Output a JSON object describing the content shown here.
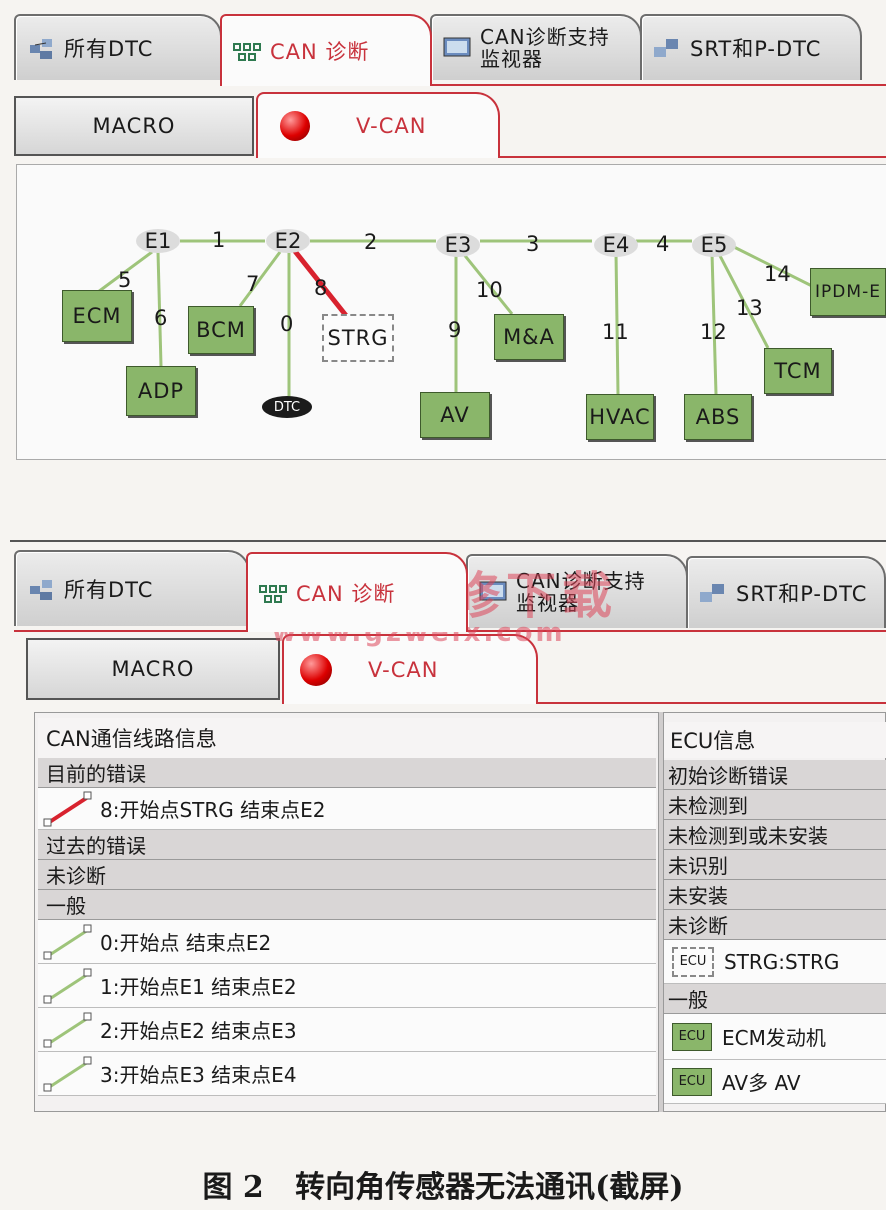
{
  "tabs": [
    "所有DTC",
    "CAN 诊断",
    "CAN诊断支持\n监视器",
    "SRT和P-DTC"
  ],
  "tabs_b": [
    "所有DTC",
    "CAN 诊断",
    "CAN诊断支持\n监视器",
    "SRT和P-DTC"
  ],
  "subtabs": {
    "macro": "MACRO",
    "vcan": "V-CAN"
  },
  "diagram": {
    "nodes": [
      "E1",
      "E2",
      "E3",
      "E4",
      "E5"
    ],
    "ecus": [
      "ECM",
      "ADP",
      "BCM",
      "STRG",
      "AV",
      "M&A",
      "HVAC",
      "ABS",
      "TCM",
      "IPDM-E"
    ],
    "dtc_label": "DTC",
    "line_numbers": [
      "1",
      "2",
      "3",
      "4",
      "5",
      "6",
      "7",
      "8",
      "0",
      "9",
      "10",
      "11",
      "12",
      "13",
      "14"
    ]
  },
  "can_info": {
    "title": "CAN通信线路信息",
    "current_errors": "目前的错误",
    "current_items": [
      "8:开始点STRG 结束点E2"
    ],
    "past_errors": "过去的错误",
    "not_diagnosed": "未诊断",
    "general": "一般",
    "general_items": [
      "0:开始点 结束点E2",
      "1:开始点E1 结束点E2",
      "2:开始点E2 结束点E3",
      "3:开始点E3 结束点E4"
    ]
  },
  "ecu_info": {
    "title": "ECU信息",
    "rows": [
      "初始诊断错误",
      "未检测到",
      "未检测到或未安装",
      "未识别",
      "未安装",
      "未诊断"
    ],
    "strg_item": "STRG:STRG",
    "strg_badge": "ECU",
    "general": "一般",
    "items": [
      "ECM发动机",
      "AV多 AV"
    ],
    "badge": "ECU"
  },
  "watermark": {
    "cn": "精通维修下载",
    "url": "www.gzweix.com"
  },
  "caption": "图 2   转向角传感器无法通讯(截屏)",
  "colors": {
    "ecu_green": "#8ab66a",
    "error_red": "#c8323c",
    "link_green": "#9ec47a"
  }
}
